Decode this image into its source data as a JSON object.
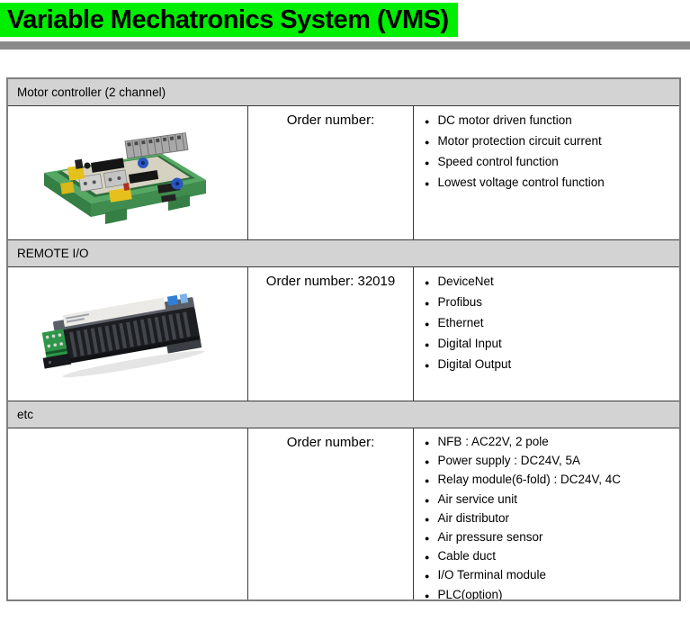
{
  "title": "Variable Mechatronics System (VMS)",
  "bullet_char": "●",
  "colors": {
    "title_highlight": "#00ee00",
    "divider_bar": "#8a8a8a",
    "section_header_bg": "#d3d3d3",
    "table_outer_border": "#7f7f7f",
    "cell_border": "#3a3a3a",
    "text": "#000000"
  },
  "sections": [
    {
      "header": "Motor controller (2 channel)",
      "order_label": "Order number:",
      "image_name": "motor-controller-board-photo",
      "features": [
        "DC motor driven function",
        "Motor protection circuit current",
        "Speed control function",
        "Lowest voltage control function"
      ]
    },
    {
      "header": "REMOTE I/O",
      "order_label": "Order number: 32019",
      "image_name": "remote-io-module-photo",
      "features": [
        "DeviceNet",
        "Profibus",
        "Ethernet",
        "Digital Input",
        "Digital Output"
      ]
    },
    {
      "header": "etc",
      "order_label": "Order number:",
      "image_name": "",
      "features": [
        "NFB : AC22V, 2 pole",
        "Power supply : DC24V, 5A",
        "Relay module(6-fold) : DC24V, 4C",
        "Air service unit",
        "Air distributor",
        "Air pressure sensor",
        "Cable duct",
        "I/O Terminal module",
        "PLC(option)"
      ]
    }
  ]
}
